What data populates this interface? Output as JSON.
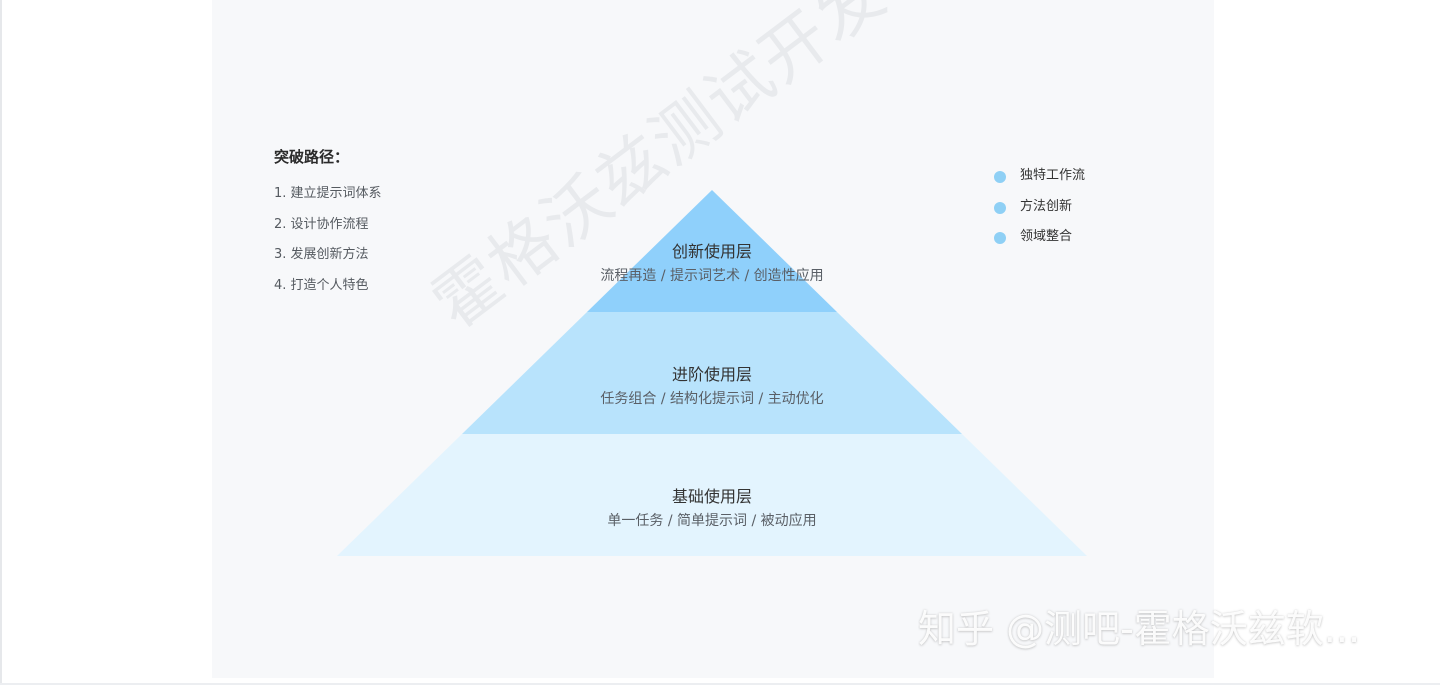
{
  "path": {
    "title": "突破路径：",
    "items": [
      "1. 建立提示词体系",
      "2. 设计协作流程",
      "3. 发展创新方法",
      "4. 打造个人特色"
    ]
  },
  "layers": [
    {
      "name": "创新使用层",
      "desc": "流程再造 / 提示词艺术 / 创造性应用",
      "color": "#8fd0fb"
    },
    {
      "name": "进阶使用层",
      "desc": "任务组合 / 结构化提示词 / 主动优化",
      "color": "#b8e3fc"
    },
    {
      "name": "基础使用层",
      "desc": "单一任务 / 简单提示词 / 被动应用",
      "color": "#e3f4fe"
    }
  ],
  "legend": {
    "items": [
      "独特工作流",
      "方法创新",
      "领域整合"
    ],
    "color": "#8fd0f5"
  },
  "watermark": {
    "diagonal": "霍格沃兹测试开发",
    "zhihu": "知乎 @测吧-霍格沃兹软..."
  }
}
